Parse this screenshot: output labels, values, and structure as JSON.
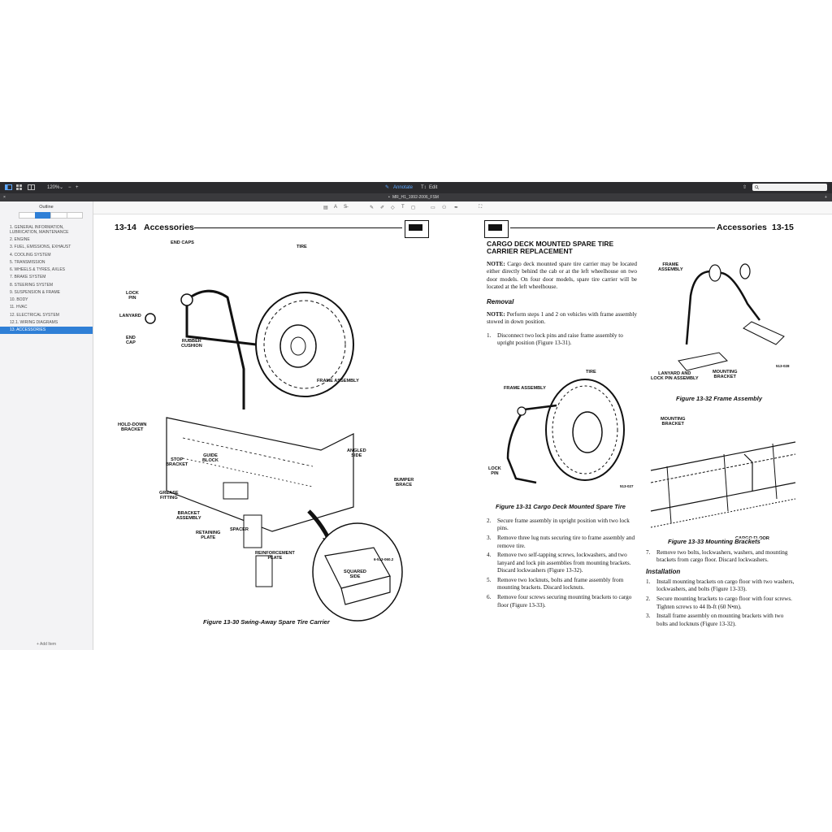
{
  "toolbar": {
    "zoom": "120%",
    "zoom_out": "−",
    "zoom_in": "+",
    "annotate": "Annotate",
    "edit": "Edit"
  },
  "tab": {
    "title": "MR_H1_1992-2006_FSM",
    "modified_marker": "•"
  },
  "sidebar": {
    "title": "Outline",
    "items": [
      "1. GENERAL INFORMATION, LUBRICATION, MAINTENANCE",
      "2. ENGINE",
      "3. FUEL, EMISSIONS, EXHAUST",
      "4. COOLING SYSTEM",
      "5. TRANSMISSION",
      "6. WHEELS & TYRES, AXLES",
      "7. BRAKE SYSTEM",
      "8. STEERING SYSTEM",
      "9. SUSPENSION & FRAME",
      "10. BODY",
      "11. HVAC",
      "12. ELECTRICAL SYSTEM",
      "12.1. WIRING DIAGRAMS",
      "13. ACCESSORIES"
    ],
    "selected_index": 13,
    "add_item": "+ Add Item"
  },
  "left_page": {
    "page_number": "13-14",
    "section": "Accessories",
    "figure_caption": "Figure 13-30   Swing-Away Spare Tire Carrier",
    "figure_code": "6-513-060.2",
    "labels": {
      "end_caps": "END CAPS",
      "tire": "TIRE",
      "lock_pin": "LOCK\nPIN",
      "lanyard": "LANYARD",
      "end_cap": "END\nCAP",
      "rubber_cushion": "RUBBER\nCUSHION",
      "frame_assembly": "FRAME ASSEMBLY",
      "hold_down_bracket": "HOLD-DOWN\nBRACKET",
      "stop_bracket": "STOP\nBRACKET",
      "guide_block": "GUIDE\nBLOCK",
      "grease_fitting": "GREASE\nFITTING",
      "bracket_assembly": "BRACKET\nASSEMBLY",
      "retaining_plate": "RETAINING\nPLATE",
      "spacer": "SPACER",
      "reinforcement_plate": "REINFORCEMENT\nPLATE",
      "angled_side": "ANGLED\nSIDE",
      "bumper_brace": "BUMPER\nBRACE",
      "squared_side": "SQUARED\nSIDE"
    }
  },
  "right_page": {
    "page_number": "13-15",
    "section": "Accessories",
    "heading": "CARGO DECK MOUNTED SPARE TIRE\nCARRIER REPLACEMENT",
    "note1_label": "NOTE:",
    "note1": " Cargo deck mounted spare tire carrier may be located either directly behind the cab or at the left wheelhouse on two door models. On four door models, spare tire carrier will be located at the left wheelhouse.",
    "removal": "Removal",
    "note2_label": "NOTE:",
    "note2": " Perform steps 1 and 2 on vehicles with frame assembly stowed in down position.",
    "step1": "Disconnect two lock pins and raise frame assembly to upright position (Figure 13-31).",
    "fig31": {
      "caption": "Figure 13-31   Cargo Deck Mounted Spare Tire",
      "code": "513-027",
      "tire": "TIRE",
      "frame_assembly": "FRAME ASSEMBLY",
      "lock_pin": "LOCK\nPIN"
    },
    "steps_after": [
      "Secure frame assembly in upright position with two lock pins.",
      "Remove three lug nuts securing tire to frame assembly and remove tire.",
      "Remove two self-tapping screws, lockwashers, and two lanyard and lock pin assemblies from mounting brackets. Discard lockwashers (Figure 13-32).",
      "Remove two locknuts, bolts and frame assembly from mounting brackets. Discard locknuts.",
      "Remove four screws securing mounting brackets to cargo floor (Figure 13-33)."
    ],
    "fig32": {
      "caption": "Figure 13-32   Frame Assembly",
      "code": "513-028",
      "frame_assembly": "FRAME\nASSEMBLY",
      "lanyard": "LANYARD AND\nLOCK PIN ASSEMBLY",
      "mounting_bracket": "MOUNTING\nBRACKET"
    },
    "fig33": {
      "caption": "Figure 13-33   Mounting Brackets",
      "mounting_bracket": "MOUNTING\nBRACKET",
      "cargo_floor": "CARGO FLOOR"
    },
    "step7": "Remove two bolts, lockwashers, washers, and mounting brackets from cargo floor. Discard lockwashers.",
    "installation": "Installation",
    "install_steps": [
      "Install mounting brackets on cargo floor with two washers, lockwashers, and bolts (Figure 13-33).",
      "Secure mounting brackets to cargo floor with four screws. Tighten screws to 44 lb-ft (60 N•m).",
      "Install frame assembly on mounting brackets with two bolts and locknuts (Figure 13-32)."
    ]
  }
}
